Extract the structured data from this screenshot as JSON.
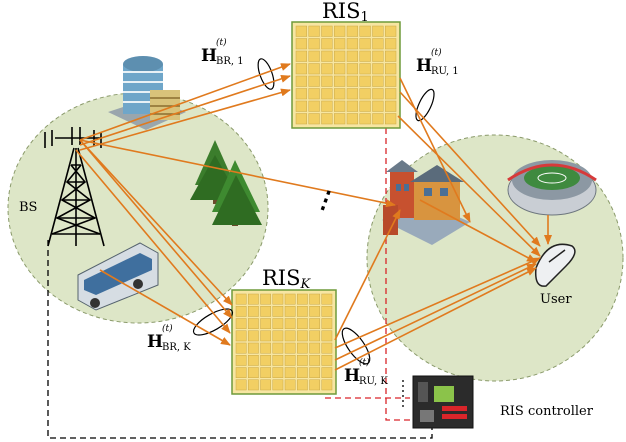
{
  "labels": {
    "ris1_main": "RIS",
    "ris1_sub": "1",
    "risK_main": "RIS",
    "risK_sub": "K",
    "bs": "BS",
    "user": "User",
    "ris_controller": "RIS controller",
    "ellipsis": "⋮"
  },
  "channels": {
    "h_letter": "H",
    "time_index": "(t)",
    "br1_sub": "BR, 1",
    "ru1_sub": "RU, 1",
    "brK_sub": "BR, K",
    "ruK_sub": "RU, K"
  },
  "colors": {
    "arrow": "#e07a1e",
    "ris_fill": "#f7e6a2",
    "ris_cell": "#f2cf63",
    "ris_border": "#6f9a3a",
    "coverage": "#dde6c7",
    "control_link_black": "#000000",
    "control_link_red": "#d9252a"
  }
}
